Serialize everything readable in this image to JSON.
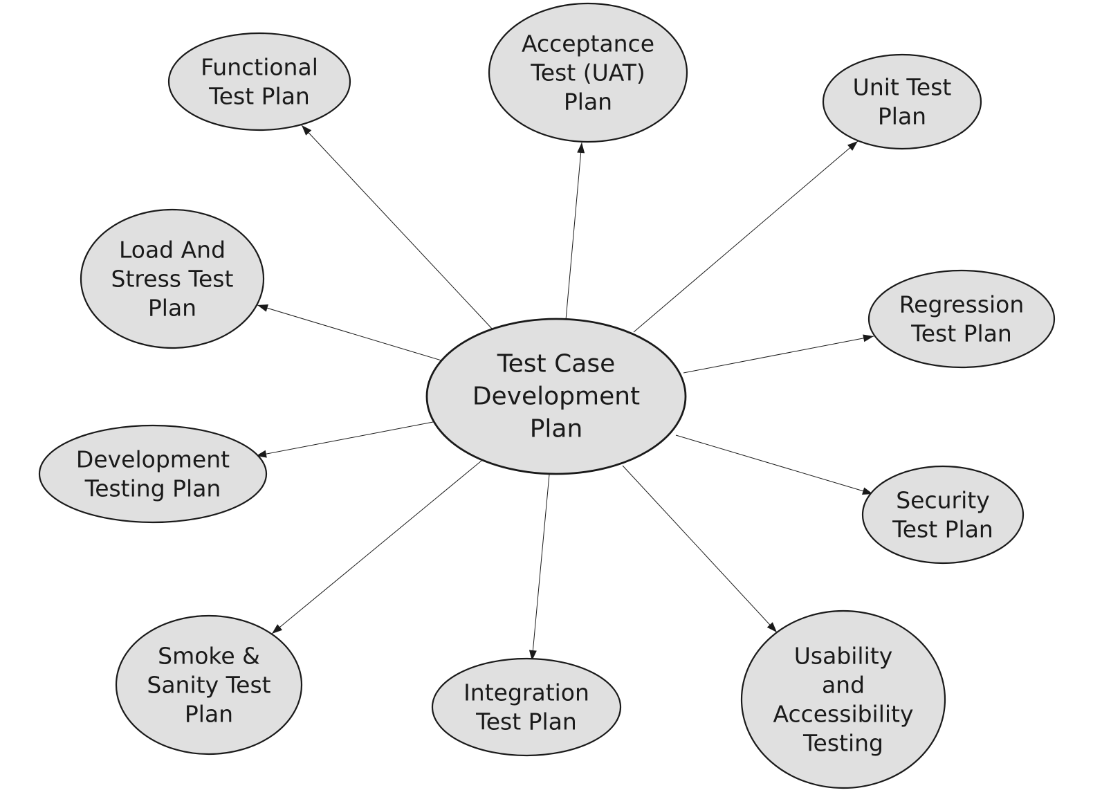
{
  "colors": {
    "node_fill": "#e0e0e0",
    "stroke": "#1a1a1a",
    "background": "#ffffff"
  },
  "diagram": {
    "center": {
      "lines": [
        "Test Case",
        "Development",
        "Plan"
      ]
    },
    "nodes": [
      {
        "id": "functional",
        "lines": [
          "Functional",
          "Test Plan"
        ]
      },
      {
        "id": "acceptance",
        "lines": [
          "Acceptance",
          "Test (UAT)",
          "Plan"
        ]
      },
      {
        "id": "unit",
        "lines": [
          "Unit Test",
          "Plan"
        ]
      },
      {
        "id": "load-stress",
        "lines": [
          "Load And",
          "Stress Test",
          "Plan"
        ]
      },
      {
        "id": "regression",
        "lines": [
          "Regression",
          "Test Plan"
        ]
      },
      {
        "id": "development-testing",
        "lines": [
          "Development",
          "Testing Plan"
        ]
      },
      {
        "id": "security",
        "lines": [
          "Security",
          "Test Plan"
        ]
      },
      {
        "id": "smoke-sanity",
        "lines": [
          "Smoke &",
          "Sanity Test",
          "Plan"
        ]
      },
      {
        "id": "integration",
        "lines": [
          "Integration",
          "Test Plan"
        ]
      },
      {
        "id": "usability",
        "lines": [
          "Usability",
          "and",
          "Accessibility",
          "Testing"
        ]
      }
    ],
    "edges": [
      {
        "from": "center",
        "to": "functional"
      },
      {
        "from": "center",
        "to": "acceptance"
      },
      {
        "from": "center",
        "to": "unit"
      },
      {
        "from": "center",
        "to": "load-stress"
      },
      {
        "from": "center",
        "to": "regression"
      },
      {
        "from": "center",
        "to": "development-testing"
      },
      {
        "from": "center",
        "to": "security"
      },
      {
        "from": "center",
        "to": "smoke-sanity"
      },
      {
        "from": "center",
        "to": "integration"
      },
      {
        "from": "center",
        "to": "usability"
      }
    ]
  }
}
